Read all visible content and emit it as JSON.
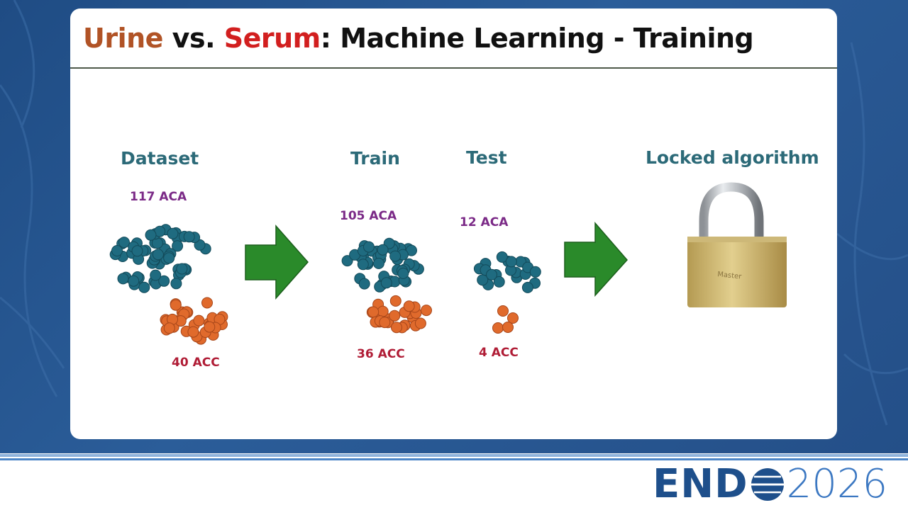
{
  "title": {
    "urine": "Urine",
    "vs": " vs. ",
    "serum": "Serum",
    "rest": ": Machine Learning - Training"
  },
  "stages": {
    "dataset": {
      "label": "Dataset",
      "aca": "117 ACA",
      "acc": "40 ACC"
    },
    "train": {
      "label": "Train",
      "aca": "105  ACA",
      "acc": "36 ACC"
    },
    "test": {
      "label": "Test",
      "aca": "12  ACA",
      "acc": "4 ACC"
    },
    "locked": {
      "label": "Locked algorithm"
    }
  },
  "colors": {
    "aca_dot": "#1f6b80",
    "acc_dot": "#e06a2c",
    "arrow": "#2a8a2a",
    "label": "#2c6a78"
  },
  "icons": [
    "right-arrow-icon",
    "padlock-icon",
    "globe-icon"
  ],
  "logo": {
    "brand": "END",
    "year": "2026"
  }
}
